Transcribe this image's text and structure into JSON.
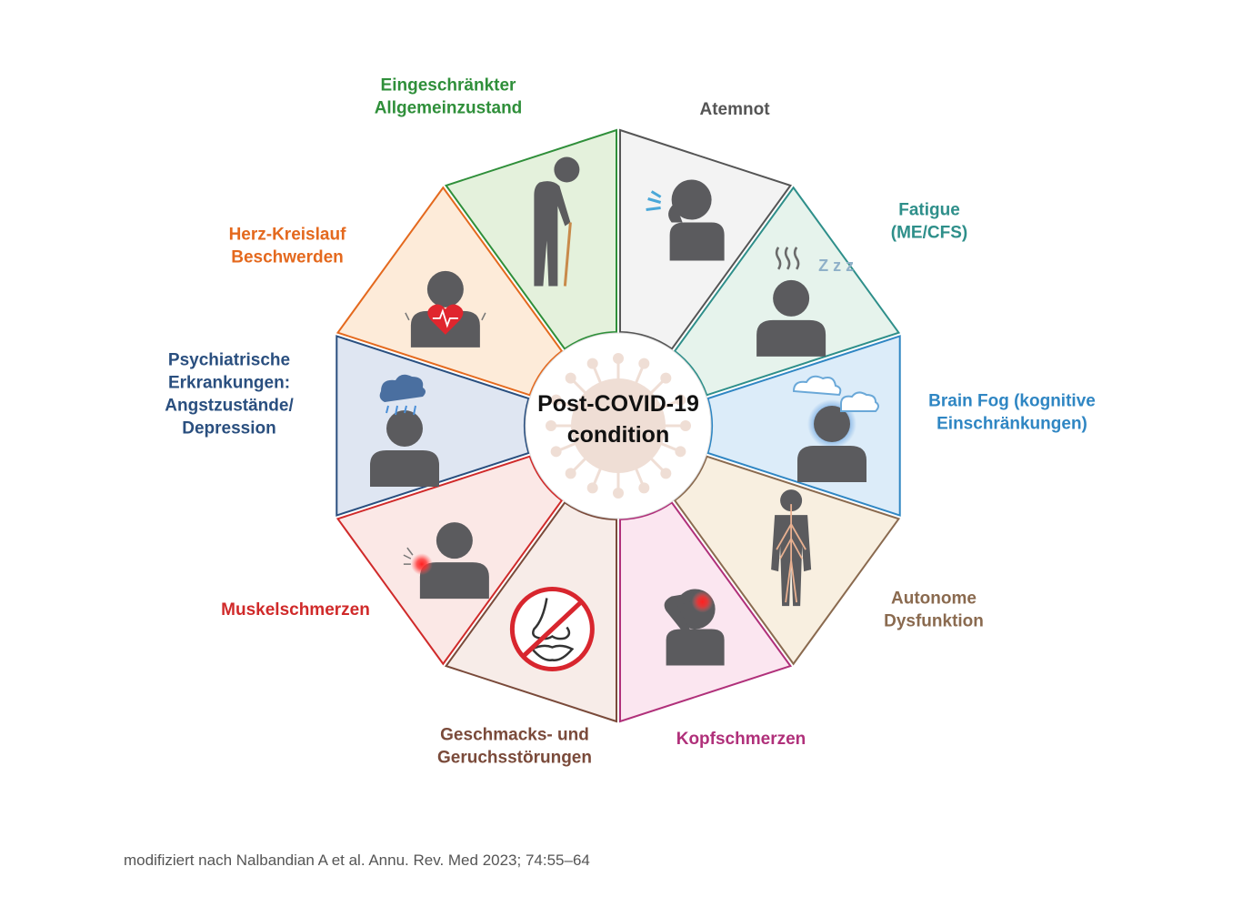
{
  "center": {
    "line1": "Post-COVID-19",
    "line2": "condition"
  },
  "segments": [
    {
      "id": "atemnot",
      "lines": [
        "Atemnot"
      ],
      "color": "#555555",
      "fill": "#f3f3f3",
      "icon": "coughing-person-icon"
    },
    {
      "id": "fatigue",
      "lines": [
        "Fatigue",
        "(ME/CFS)"
      ],
      "color": "#2e8f8a",
      "fill": "#e6f3ec",
      "icon": "tired-person-icon"
    },
    {
      "id": "brain-fog",
      "lines": [
        "Brain Fog (kognitive",
        "Einschränkungen)"
      ],
      "color": "#2f86c3",
      "fill": "#dcecf9",
      "icon": "foggy-head-icon"
    },
    {
      "id": "autonome",
      "lines": [
        "Autonome",
        "Dysfunktion"
      ],
      "color": "#8a6a4f",
      "fill": "#f8efe0",
      "icon": "nervous-system-icon"
    },
    {
      "id": "kopfschmerzen",
      "lines": [
        "Kopfschmerzen"
      ],
      "color": "#b0307a",
      "fill": "#fbe6f0",
      "icon": "headache-icon"
    },
    {
      "id": "geschmack",
      "lines": [
        "Geschmacks- und",
        "Geruchsstörungen"
      ],
      "color": "#7a4a3a",
      "fill": "#f7ece8",
      "icon": "no-smell-taste-icon"
    },
    {
      "id": "muskel",
      "lines": [
        "Muskelschmerzen"
      ],
      "color": "#d02a2a",
      "fill": "#fbe8e6",
      "icon": "shoulder-pain-icon"
    },
    {
      "id": "psychiatrisch",
      "lines": [
        "Psychiatrische",
        "Erkrankungen:",
        "Angstzustände/",
        "Depression"
      ],
      "color": "#2a4f7f",
      "fill": "#dfe6f2",
      "icon": "rain-cloud-head-icon"
    },
    {
      "id": "herz",
      "lines": [
        "Herz-Kreislauf",
        "Beschwerden"
      ],
      "color": "#e4691e",
      "fill": "#fdebd9",
      "icon": "heart-chest-icon"
    },
    {
      "id": "allgemein",
      "lines": [
        "Eingeschränkter",
        "Allgemeinzustand"
      ],
      "color": "#2f8f3a",
      "fill": "#e4f1dc",
      "icon": "elderly-cane-icon"
    }
  ],
  "citation": "modifiziert nach Nalbandian A et al. Annu. Rev. Med 2023; 74:55–64"
}
